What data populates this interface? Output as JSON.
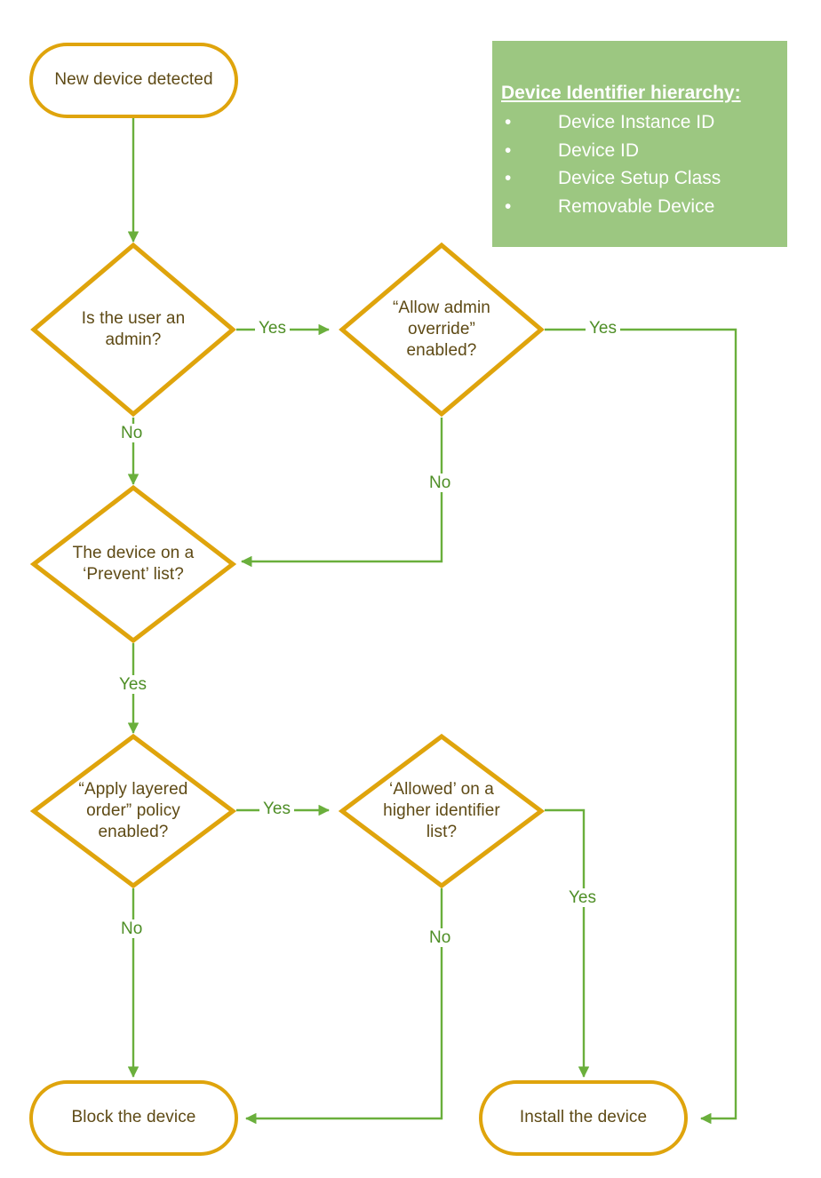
{
  "colors": {
    "node_border": "#DFA40C",
    "node_text": "#5E4A15",
    "edge": "#6AAF3C",
    "edge_label_text": "#4E8E26",
    "legend_bg": "#9CC781",
    "legend_text": "#FFFFFF",
    "canvas_bg": "#FFFFFF"
  },
  "nodes": {
    "start": {
      "label": "New device detected",
      "shape": "terminator"
    },
    "d1": {
      "label": "Is the user an admin?",
      "shape": "decision"
    },
    "d2": {
      "label": "“Allow admin override” enabled?",
      "shape": "decision"
    },
    "d3": {
      "label": "The device on a ‘Prevent’ list?",
      "shape": "decision"
    },
    "d4": {
      "label": "“Apply layered order” policy enabled?",
      "shape": "decision"
    },
    "d5": {
      "label": "‘Allowed’ on a higher identifier list?",
      "shape": "decision"
    },
    "block": {
      "label": "Block the device",
      "shape": "terminator"
    },
    "install": {
      "label": "Install the device",
      "shape": "terminator"
    }
  },
  "edge_labels": {
    "d1_yes": "Yes",
    "d1_no": "No",
    "d2_yes": "Yes",
    "d2_no": "No",
    "d3_yes": "Yes",
    "d4_yes": "Yes",
    "d4_no": "No",
    "d5_yes": "Yes",
    "d5_no": "No"
  },
  "legend": {
    "title": "Device Identifier hierarchy:",
    "bullet_glyph": "•",
    "items": [
      "Device Instance ID",
      "Device ID",
      "Device Setup Class",
      "Removable Device"
    ]
  }
}
